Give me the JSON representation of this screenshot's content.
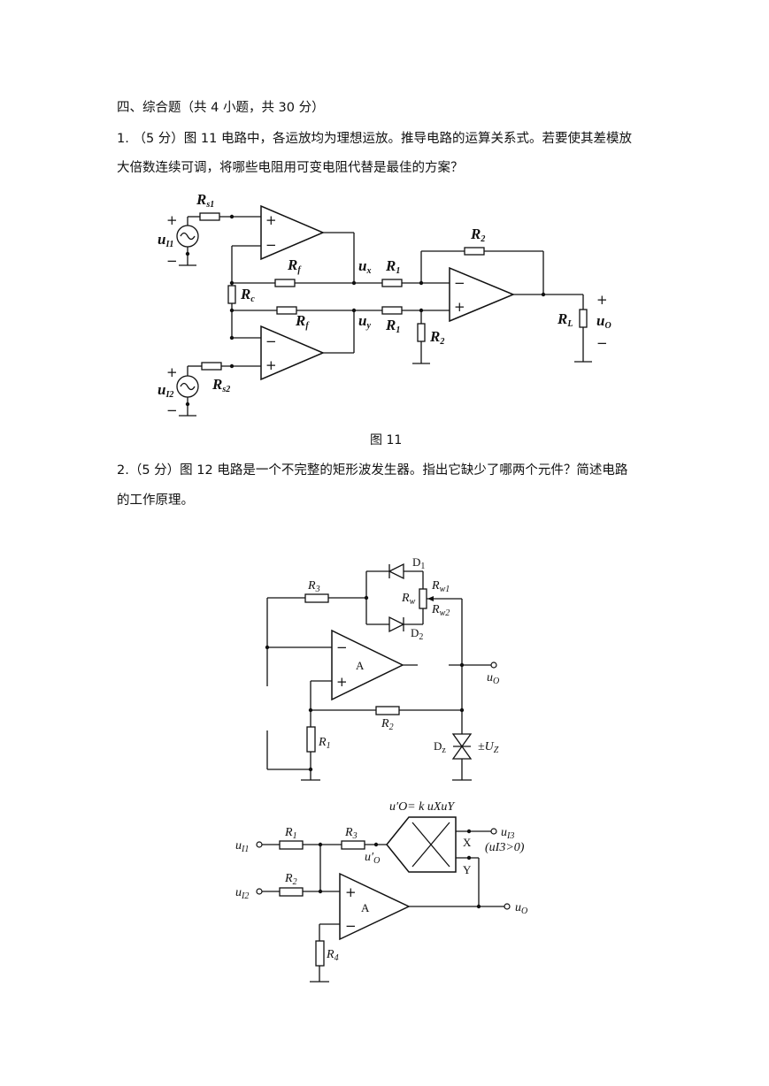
{
  "section_title": "四、综合题（共 4 小题，共 30 分）",
  "q1": {
    "line1": "1.  （5 分）图 11 电路中，各运放均为理想运放。推导电路的运算关系式。若要使其差模放",
    "line2": "大倍数连续可调，将哪些电阻用可变电阻代替是最佳的方案？",
    "caption": "图 11",
    "labels": {
      "rs1": "R",
      "rs1_sub": "s1",
      "rs2": "R",
      "rs2_sub": "s2",
      "ui1": "u",
      "ui1_sub": "I1",
      "ui2": "u",
      "ui2_sub": "I2",
      "rf_top": "R",
      "rf_top_sub": "f",
      "rf_bot": "R",
      "rf_bot_sub": "f",
      "rc": "R",
      "rc_sub": "c",
      "ux": "u",
      "ux_sub": "x",
      "uy": "u",
      "uy_sub": "y",
      "r1_top": "R",
      "r1_top_sub": "1",
      "r1_bot": "R",
      "r1_bot_sub": "1",
      "r2_top": "R",
      "r2_top_sub": "2",
      "r2_bot": "R",
      "r2_bot_sub": "2",
      "rl": "R",
      "rl_sub": "L",
      "uo": "u",
      "uo_sub": "O",
      "plus": "+",
      "minus": "−"
    }
  },
  "q2": {
    "line1": "2.（5 分）图 12 电路是一个不完整的矩形波发生器。指出它缺少了哪两个元件？简述电路",
    "line2": "的工作原理。",
    "labels": {
      "r3": "R",
      "r3_sub": "3",
      "d1": "D",
      "d1_sub": "1",
      "d2": "D",
      "d2_sub": "2",
      "rw": "R",
      "rw_sub": "w",
      "rw1": "R",
      "rw1_sub": "w1",
      "rw2": "R",
      "rw2_sub": "w2",
      "amp": "A",
      "uo": "u",
      "uo_sub": "O",
      "r2": "R",
      "r2_sub": "2",
      "r1": "R",
      "r1_sub": "1",
      "dz": "D",
      "dz_sub": "z",
      "uz": "±U",
      "uz_sub": "Z"
    }
  },
  "fig3": {
    "labels": {
      "formula": "u′O= k uXuY",
      "ui1": "u",
      "ui1_sub": "I1",
      "ui2": "u",
      "ui2_sub": "I2",
      "ui3": "u",
      "ui3_sub": "I3",
      "ui3_cond": "(uI3>0)",
      "r1": "R",
      "r1_sub": "1",
      "r2": "R",
      "r2_sub": "2",
      "r3": "R",
      "r3_sub": "3",
      "r4": "R",
      "r4_sub": "4",
      "uo_prime": "u′",
      "uo_prime_sub": "O",
      "x": "X",
      "y": "Y",
      "amp": "A",
      "uo": "u",
      "uo_sub": "O",
      "plus": "+",
      "minus": "−"
    }
  }
}
